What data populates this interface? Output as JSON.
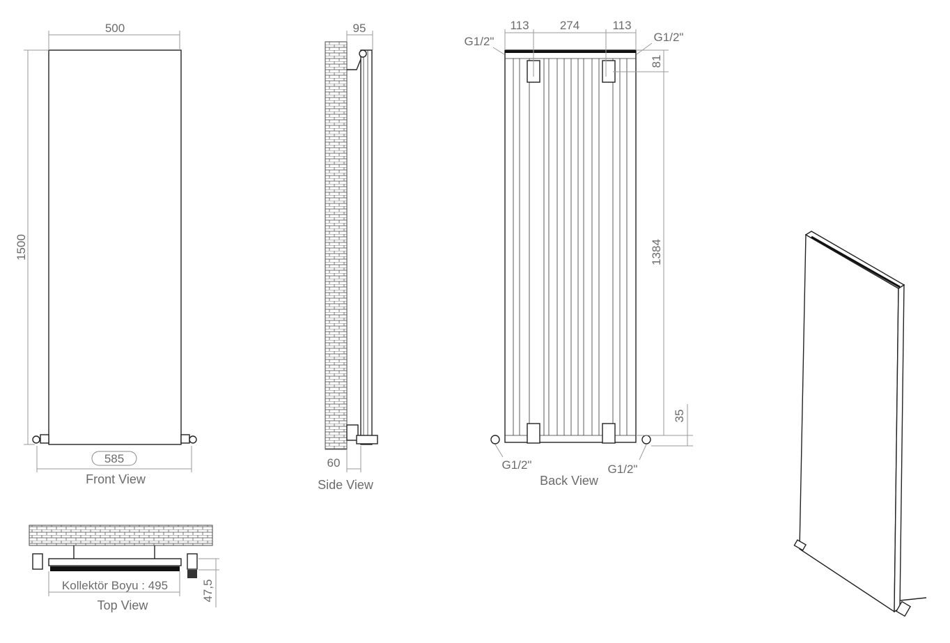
{
  "front_view": {
    "width": "500",
    "height": "1500",
    "pipe_span": "585",
    "label": "Front View"
  },
  "side_view": {
    "depth": "95",
    "wall_offset": "60",
    "label": "Side View"
  },
  "back_view": {
    "left_offset": "113",
    "center_span": "274",
    "right_offset": "113",
    "top_left_connection": "G1/2\"",
    "top_right_connection": "G1/2\"",
    "top_bracket_offset": "81",
    "bracket_spacing": "1384",
    "bottom_offset": "35",
    "bottom_left_connection": "G1/2\"",
    "bottom_right_connection": "G1/2\"",
    "label": "Back View"
  },
  "top_view": {
    "collector_length": "Kollektör Boyu : 495",
    "depth": "47,5",
    "label": "Top View"
  },
  "colors": {
    "dimension": "#9a9a9a",
    "text": "#6b6b6b",
    "outline": "#222222"
  }
}
